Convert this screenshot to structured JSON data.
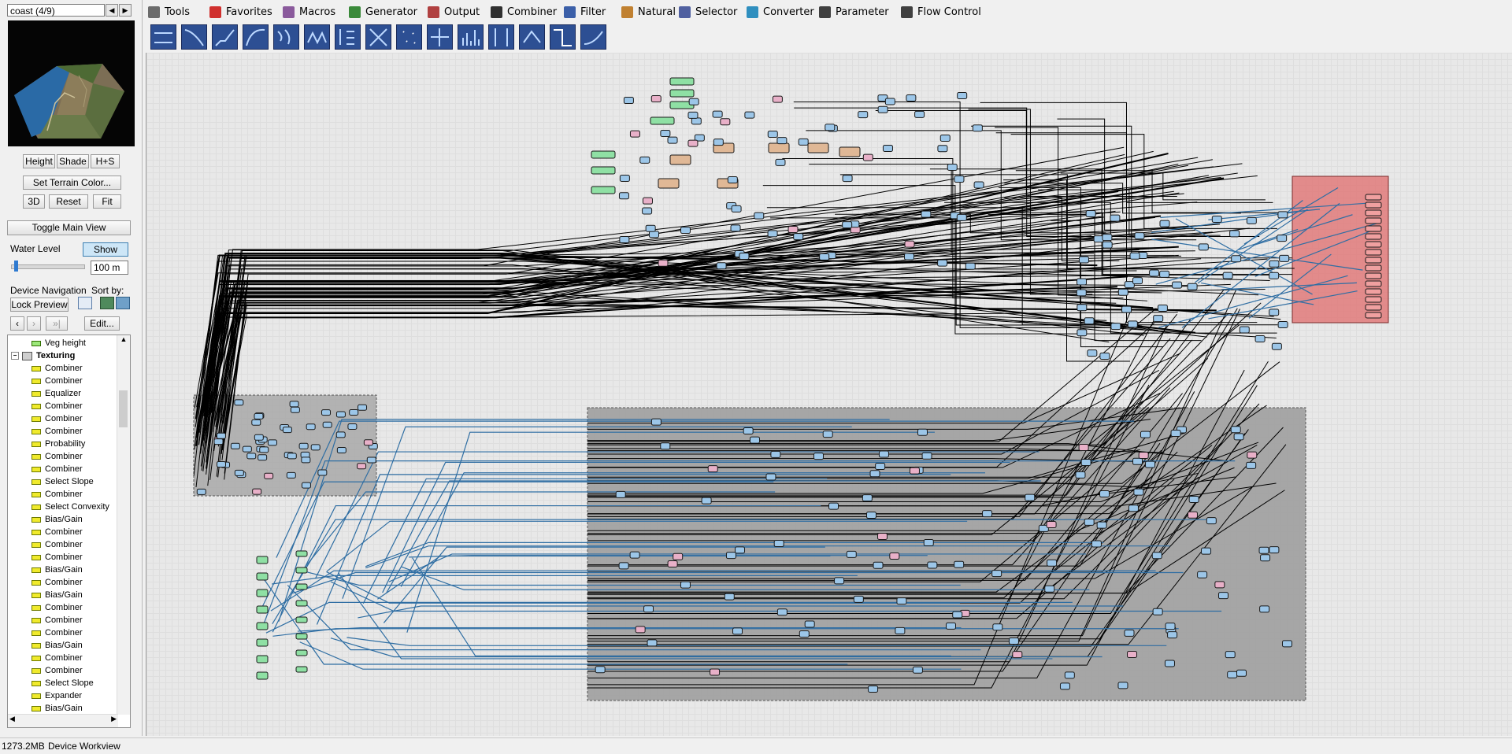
{
  "preview": {
    "title_combo": "coast (4/9)",
    "view_buttons": [
      "Height",
      "Shade",
      "H+S"
    ],
    "set_terrain_color": "Set Terrain Color...",
    "nav_buttons": [
      "3D",
      "Reset",
      "Fit"
    ],
    "toggle_main_view": "Toggle Main View",
    "water_level_label": "Water Level",
    "water_show": "Show",
    "water_value": "100 m"
  },
  "device_navigation": {
    "label": "Device Navigation",
    "sort_by_label": "Sort by:",
    "lock_preview": "Lock Preview",
    "edit_button": "Edit..."
  },
  "tree": {
    "top_item": "Veg height",
    "group": "Texturing",
    "items": [
      "Combiner",
      "Combiner",
      "Equalizer",
      "Combiner",
      "Combiner",
      "Combiner",
      "Probability",
      "Combiner",
      "Combiner",
      "Select Slope",
      "Combiner",
      "Select Convexity",
      "Bias/Gain",
      "Combiner",
      "Combiner",
      "Combiner",
      "Bias/Gain",
      "Combiner",
      "Bias/Gain",
      "Combiner",
      "Combiner",
      "Combiner",
      "Bias/Gain",
      "Combiner",
      "Combiner",
      "Select Slope",
      "Expander",
      "Bias/Gain"
    ]
  },
  "menu": {
    "items": [
      {
        "label": "Tools",
        "icon": "tools-icon",
        "color": "#6b6b6b"
      },
      {
        "label": "Favorites",
        "icon": "heart-icon",
        "color": "#d0302e"
      },
      {
        "label": "Macros",
        "icon": "macro-icon",
        "color": "#8a5a9c"
      },
      {
        "label": "Generator",
        "icon": "generator-icon",
        "color": "#3a8a3a"
      },
      {
        "label": "Output",
        "icon": "output-icon",
        "color": "#b04040"
      },
      {
        "label": "Combiner",
        "icon": "combiner-icon",
        "color": "#303030"
      },
      {
        "label": "Filter",
        "icon": "filter-icon",
        "color": "#3b5fa8"
      },
      {
        "label": "Natural",
        "icon": "natural-icon",
        "color": "#c08030"
      },
      {
        "label": "Selector",
        "icon": "selector-icon",
        "color": "#5060a0"
      },
      {
        "label": "Converter",
        "icon": "converter-icon",
        "color": "#2f8fbf"
      },
      {
        "label": "Parameter",
        "icon": "parameter-icon",
        "color": "#404040"
      },
      {
        "label": "Flow Control",
        "icon": "flow-control-icon",
        "color": "#404040"
      }
    ]
  },
  "filter_tools": [
    "clamp-tool-icon",
    "curve-tool-icon",
    "terrace-tool-icon",
    "gamma-tool-icon",
    "wave-tool-icon",
    "sawtooth-tool-icon",
    "step-tool-icon",
    "noise-tool-icon",
    "dots-tool-icon",
    "transform-tool-icon",
    "histogram-tool-icon",
    "blur-tool-icon",
    "displace-tool-icon",
    "threshold-tool-icon",
    "smooth-tool-icon"
  ],
  "status_bar": {
    "memory": "1273.2MB",
    "mode": "Device Workview"
  },
  "colors": {
    "accent_blue": "#2d4f93",
    "group_gray": "#9e9e9e",
    "output_red": "#e07a7a",
    "wire_black": "#000000",
    "wire_blue": "#2f6ea3"
  }
}
